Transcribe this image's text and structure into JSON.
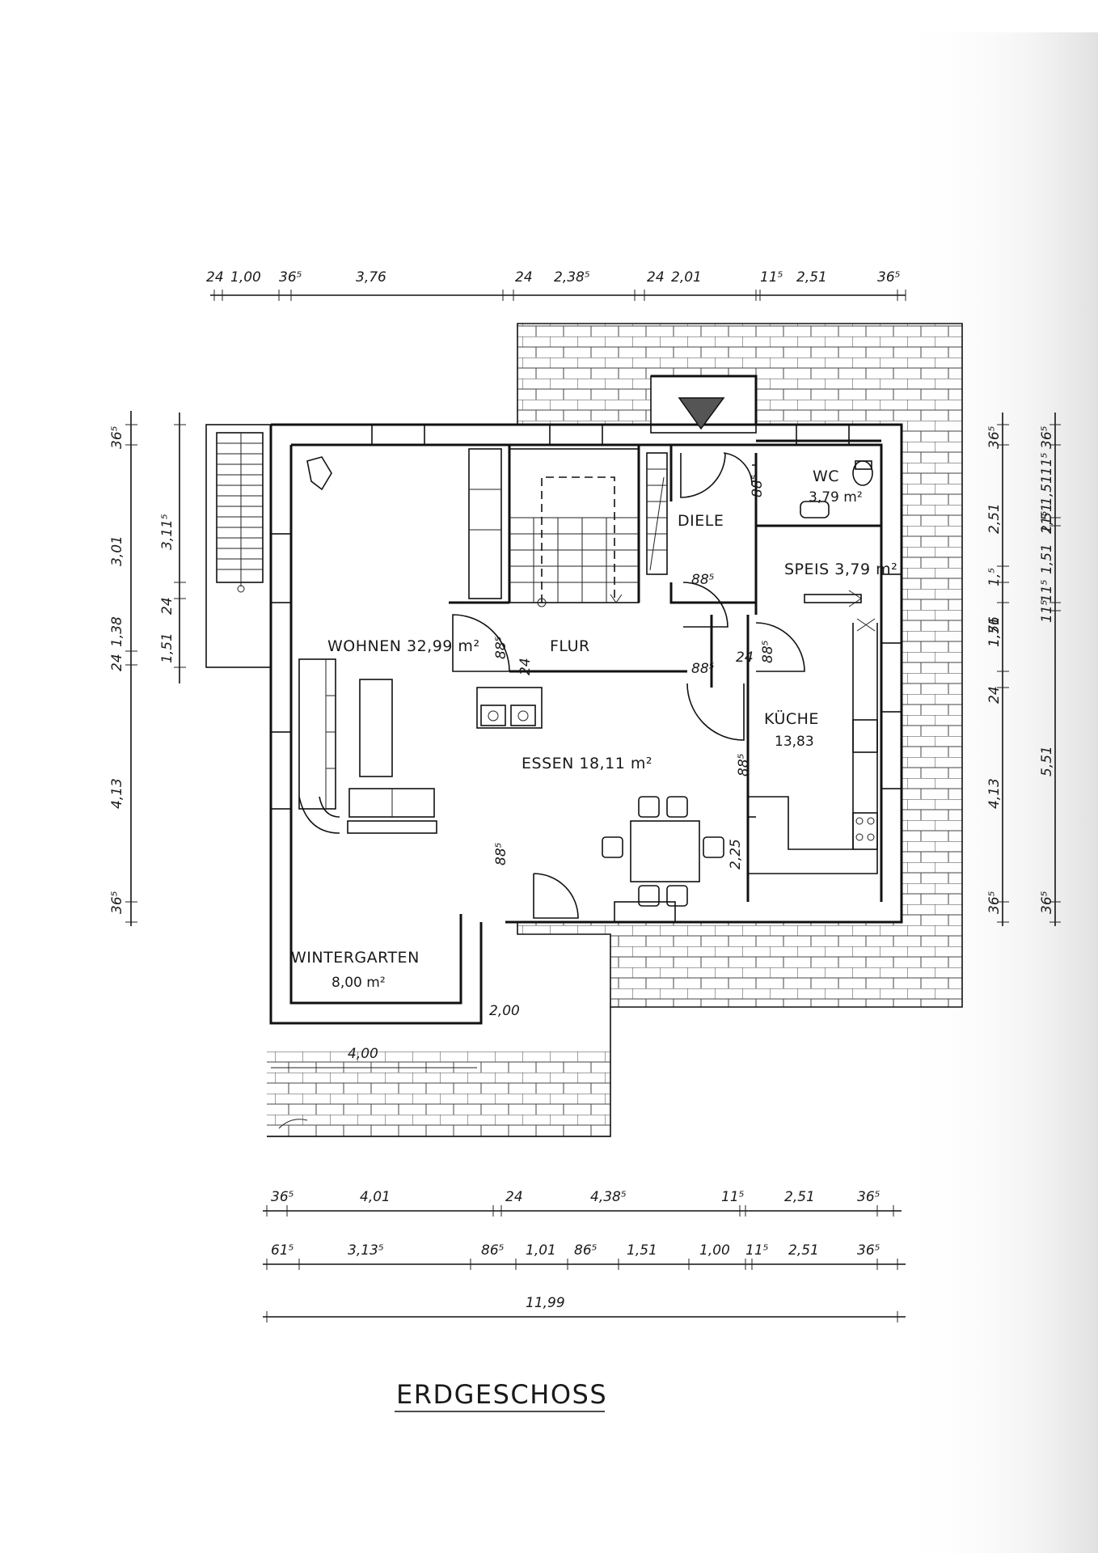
{
  "plan": {
    "title": "ERDGESCHOSS",
    "rooms": {
      "wohnen": "WOHNEN 32,99 m²",
      "flur": "FLUR",
      "diele": "DIELE",
      "wc": "WC",
      "wc_area": "3,79 m²",
      "speis": "SPEIS 3,79 m²",
      "kueche": "KÜCHE",
      "kueche_area": "13,83",
      "essen": "ESSEN 18,11 m²",
      "wintergarten": "WINTERGARTEN",
      "wintergarten_area": "8,00 m²"
    },
    "door_widths": [
      "88⁵",
      "88⁵",
      "88⁵",
      "88⁵",
      "88⁵",
      "88⁵",
      "88⁵"
    ],
    "inner_labels": [
      "24",
      "24",
      "2,25",
      "2,00",
      "4,00"
    ],
    "dim_top": [
      "24",
      "1,00",
      "36⁵",
      "3,76",
      "24",
      "2,38⁵",
      "24",
      "2,01",
      "11⁵",
      "2,51",
      "36⁵"
    ],
    "dim_bottom_1": [
      "36⁵",
      "4,01",
      "24",
      "4,38⁵",
      "11⁵",
      "2,51",
      "36⁵"
    ],
    "dim_bottom_2": [
      "61⁵",
      "3,13⁵",
      "86⁵",
      "1,01",
      "86⁵",
      "1,51",
      "1,00",
      "11⁵",
      "2,51",
      "36⁵"
    ],
    "dim_total": "11,99",
    "dim_left_outer": [
      "36⁵",
      "3,01",
      "24",
      "1,38",
      "4,13",
      "36⁵"
    ],
    "dim_left_inner": [
      "3,11⁵",
      "24",
      "1,51"
    ],
    "dim_right_inner": [
      "36⁵",
      "2,51",
      "1,⁵",
      "1,51",
      "1,76",
      "24",
      "4,13",
      "36⁵"
    ],
    "dim_right_outer": [
      "36⁵",
      "11⁵",
      "1,51",
      "11⁵",
      "2,51",
      "11⁵",
      "1,51",
      "11⁵",
      "5,51",
      "36⁵"
    ]
  }
}
